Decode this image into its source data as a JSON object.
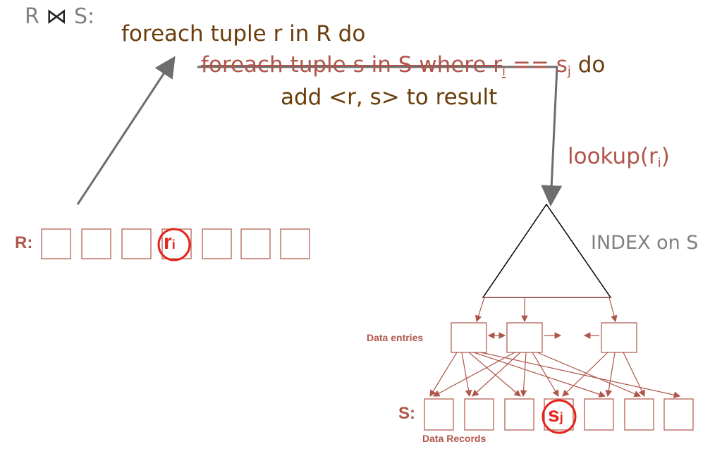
{
  "join": {
    "r": "R",
    "symbol": "⋈",
    "s": "S:"
  },
  "code": {
    "line1": "foreach tuple r in R do",
    "line2_struck_a": "foreach tuple s in S where r",
    "line2_struck_sub": "i",
    "line2_eq": " == s",
    "line2_sub_j": "j",
    "line2_do": " do",
    "line3": "add <r, s> to result"
  },
  "lookup": {
    "prefix": "lookup(r",
    "sub": "i",
    "suffix": ")"
  },
  "index_label": "INDEX on S",
  "relation_r": {
    "label": "R:",
    "highlight_main": "r",
    "highlight_sub": "i"
  },
  "relation_s": {
    "label": "S:",
    "highlight_main": "s",
    "highlight_sub": "j"
  },
  "data_entries_label": "Data entries",
  "data_records_label": "Data Records",
  "colors": {
    "brown": "#6a3d0a",
    "rust": "#b0554a",
    "gray": "#808080",
    "red": "#e3241b"
  }
}
